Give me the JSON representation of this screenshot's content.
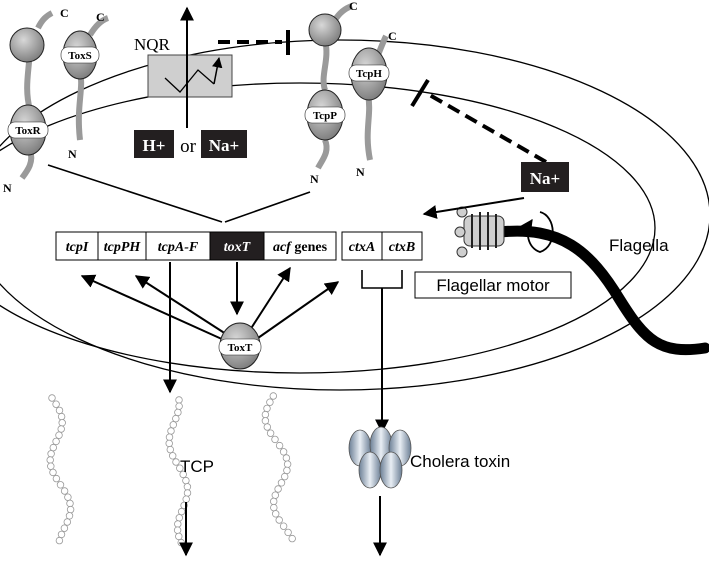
{
  "proteins": {
    "toxr": "ToxR",
    "toxs": "ToxS",
    "tcpp": "TcpP",
    "tcph": "TcpH",
    "toxt": "ToxT"
  },
  "termini": {
    "toxr_c": "C",
    "toxs_c": "C",
    "toxr_n": "N",
    "toxs_n": "N",
    "tcpp_c": "C",
    "tcph_c": "C",
    "tcpp_n": "N",
    "tcph_n": "N"
  },
  "nqr": {
    "label": "NQR",
    "h_plus": "H+",
    "or_text": "or",
    "na_plus": "Na+"
  },
  "motor": {
    "na_plus": "Na+",
    "motor_label": "Flagellar motor",
    "flagella_label": "Flagella"
  },
  "genes": {
    "tcpI": "tcpI",
    "tcpPH": "tcpPH",
    "tcpAF": "tcpA-F",
    "toxT": "toxT",
    "acf_italic": "acf",
    "acf_rest": " genes",
    "ctxA": "ctxA",
    "ctxB": "ctxB"
  },
  "outputs": {
    "tcp": "TCP",
    "cholera_toxin": "Cholera toxin"
  },
  "colors": {
    "dark_box": "#231f20",
    "nqr_fill": "#cfcfcf",
    "protein_gray": "#9a9a9a"
  }
}
